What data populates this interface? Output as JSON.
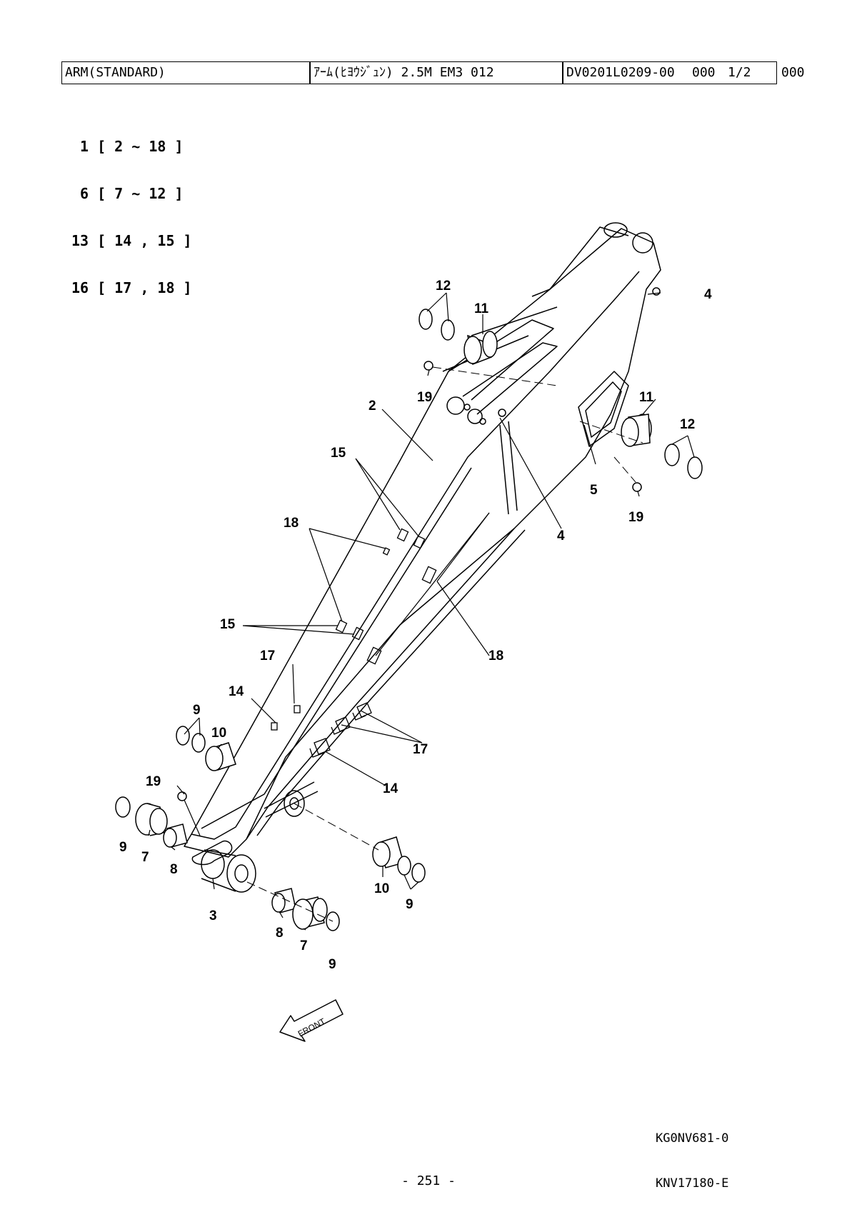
{
  "header": {
    "name_en": "ARM(STANDARD)",
    "name_jp": "ｱｰﾑ(ﾋﾖｳｼﾞｭﾝ) 2.5M EM3 012",
    "code": "DV0201L0209-00",
    "rev": "000",
    "sheet": "1/2",
    "trailing": "000"
  },
  "assemblies": [
    "1 [ 2 ~ 18 ]",
    "6 [ 7 ~ 12 ]",
    "13 [ 14 , 15 ]",
    "16 [ 17 , 18 ]"
  ],
  "diagram": {
    "front_label": "FRONT",
    "callouts": {
      "c12a": "12",
      "c11a": "11",
      "c4a": "4",
      "c19a": "19",
      "c2": "2",
      "c11b": "11",
      "c12b": "12",
      "c15a": "15",
      "c5": "5",
      "c19b": "19",
      "c18a": "18",
      "c4b": "4",
      "c15b": "15",
      "c18b": "18",
      "c17a": "17",
      "c14a": "14",
      "c9a": "9",
      "c10a": "10",
      "c17b": "17",
      "c19c": "19",
      "c14b": "14",
      "c9b": "9",
      "c7a": "7",
      "c8a": "8",
      "c3": "3",
      "c10b": "10",
      "c9c": "9",
      "c8b": "8",
      "c7b": "7",
      "c9d": "9"
    }
  },
  "footer": {
    "ref1": "KG0NV681-0",
    "ref2": "KNV17180-E",
    "page": "- 251 -"
  }
}
